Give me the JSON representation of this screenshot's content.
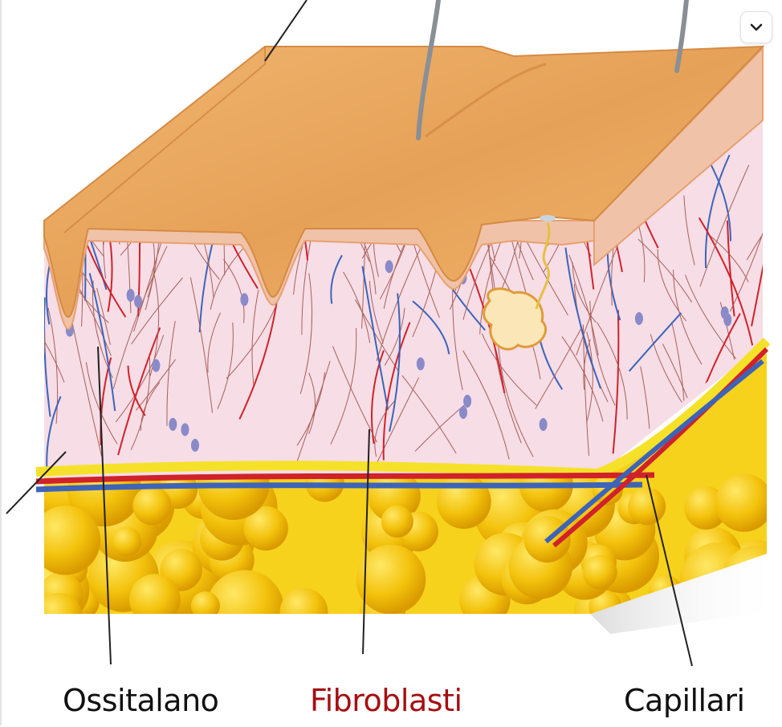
{
  "labels": {
    "ossitalano": "Ossitalano",
    "fibroblasti": "Fibroblasti",
    "capillari": "Capillari"
  },
  "colors": {
    "label_default": "#111111",
    "label_highlight": "#a50f12",
    "epidermis": "#e9a45c",
    "dermis": "#f6dde6",
    "fat": "#f3c20c",
    "artery": "#d0222a",
    "vein": "#3d64b8"
  },
  "menu_button": {
    "icon": "chevron-down-icon"
  }
}
